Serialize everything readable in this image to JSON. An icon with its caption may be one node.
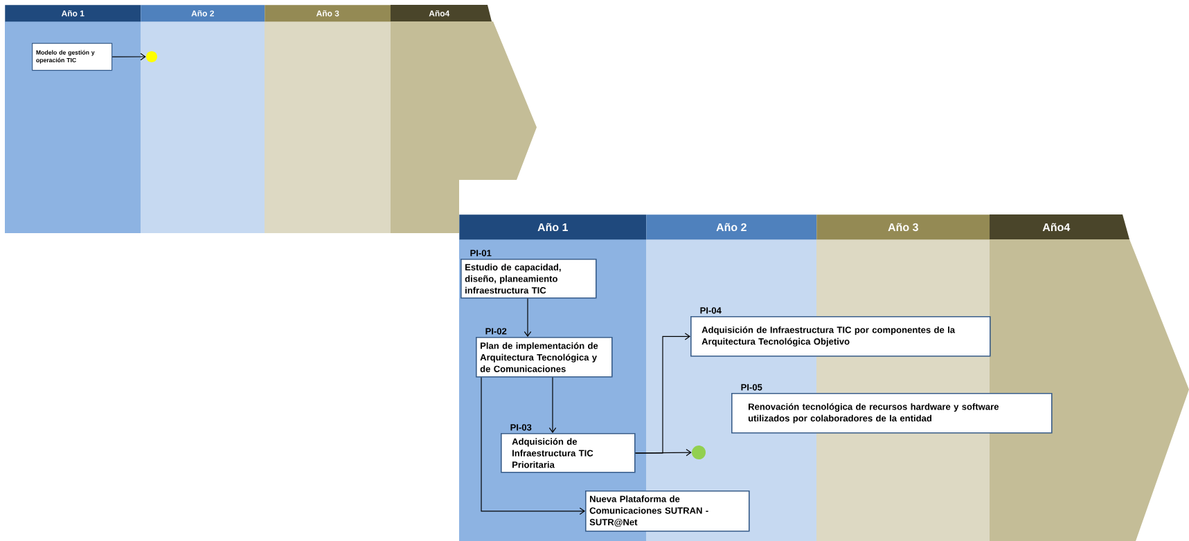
{
  "diagram": {
    "nodes": [
      {
        "text": [
          "Año 1"
        ]
      },
      {
        "text": [
          "Año 2"
        ]
      },
      {
        "text": [
          "Año 3"
        ]
      },
      {
        "text": [
          "Año4"
        ]
      },
      {
        "text": [
          "Modelo de gestión y operación TIC"
        ]
      },
      {
        "text": [],
        "shape": "circle"
      },
      {
        "text": [
          "Año 1"
        ]
      },
      {
        "text": [
          "Año 2"
        ]
      },
      {
        "text": [
          "Año 3"
        ]
      },
      {
        "text": [
          "Año4"
        ]
      },
      {
        "text": [
          "Estudio de capacidad, diseño, planeamiento infraestructura TIC"
        ],
        "beside": [
          "PI-01"
        ]
      },
      {
        "text": [
          "Plan de implementación de Arquitectura  Tecnológica y de Comunicaciones"
        ],
        "beside": [
          "PI-02"
        ]
      },
      {
        "text": [
          "Adquisición de Infraestructura TIC por componentes de la Arquitectura Tecnológica Objetivo"
        ],
        "beside": [
          "PI-04"
        ]
      },
      {
        "text": [
          "Renovación tecnológica de recursos hardware y software utilizados por colaboradores de la entidad"
        ],
        "beside": [
          "PI-05"
        ]
      },
      {
        "text": [
          "Adquisición de Infraestructura TIC Prioritaria"
        ],
        "beside": [
          "PI-03"
        ]
      },
      {
        "text": [],
        "shape": "circle"
      },
      {
        "text": [
          "Nueva Plataforma de Comunicaciones SUTRAN - SUTR@Net"
        ]
      }
    ],
    "edges": [
      {
        "from": 4,
        "to": 5,
        "arrow": "to"
      },
      {
        "from": 10,
        "to": 11,
        "arrow": "to"
      },
      {
        "from": 11,
        "to": 14,
        "arrow": "to"
      },
      {
        "from": 11,
        "to": 16,
        "arrow": "to"
      },
      {
        "from": 14,
        "to": 12,
        "arrow": "to"
      },
      {
        "from": 14,
        "to": 15,
        "arrow": "to"
      }
    ]
  }
}
